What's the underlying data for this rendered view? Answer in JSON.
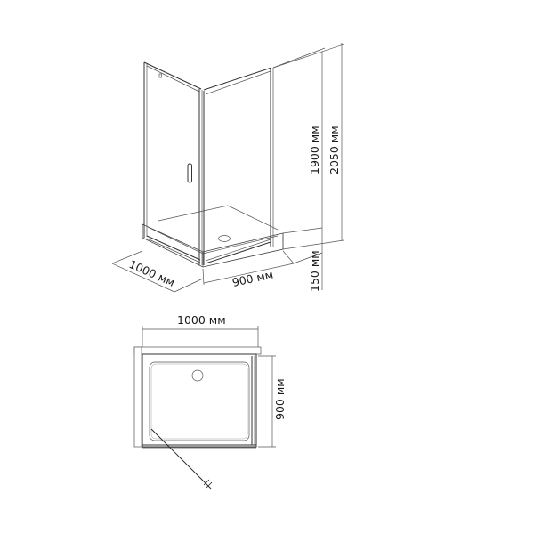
{
  "diagram": {
    "type": "technical-drawing",
    "subject": "shower enclosure with pivot door and tray",
    "stroke_color": "#333333",
    "background": "#ffffff"
  },
  "isometric_view": {
    "dimensions": {
      "width_left": "1000 мм",
      "width_right": "900 мм",
      "tray_height": "150 мм",
      "glass_height": "1900 мм",
      "total_height": "2050 мм"
    }
  },
  "plan_view": {
    "dimensions": {
      "width": "1000 мм",
      "depth": "900 мм"
    }
  }
}
